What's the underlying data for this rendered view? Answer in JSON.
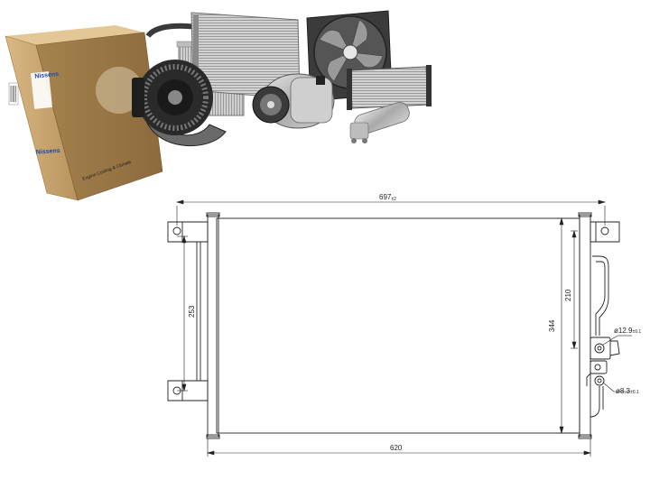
{
  "product_image": {
    "box_brand": "Nissens",
    "box_tagline": "Engine Cooling & Climate"
  },
  "dimensions": {
    "width_total": "697",
    "width_total_tol": "±2",
    "width_core": "620",
    "height_core": "344",
    "height_mount": "253",
    "height_port": "210",
    "port_1": "ø12.9",
    "port_1_tol": "±0.1",
    "port_2": "ø8.3",
    "port_2_tol": "±0.1"
  },
  "colors": {
    "line": "#222222",
    "box": "#c9a573",
    "box_dark": "#8c6a3c",
    "metal": "#9a9a9a"
  }
}
